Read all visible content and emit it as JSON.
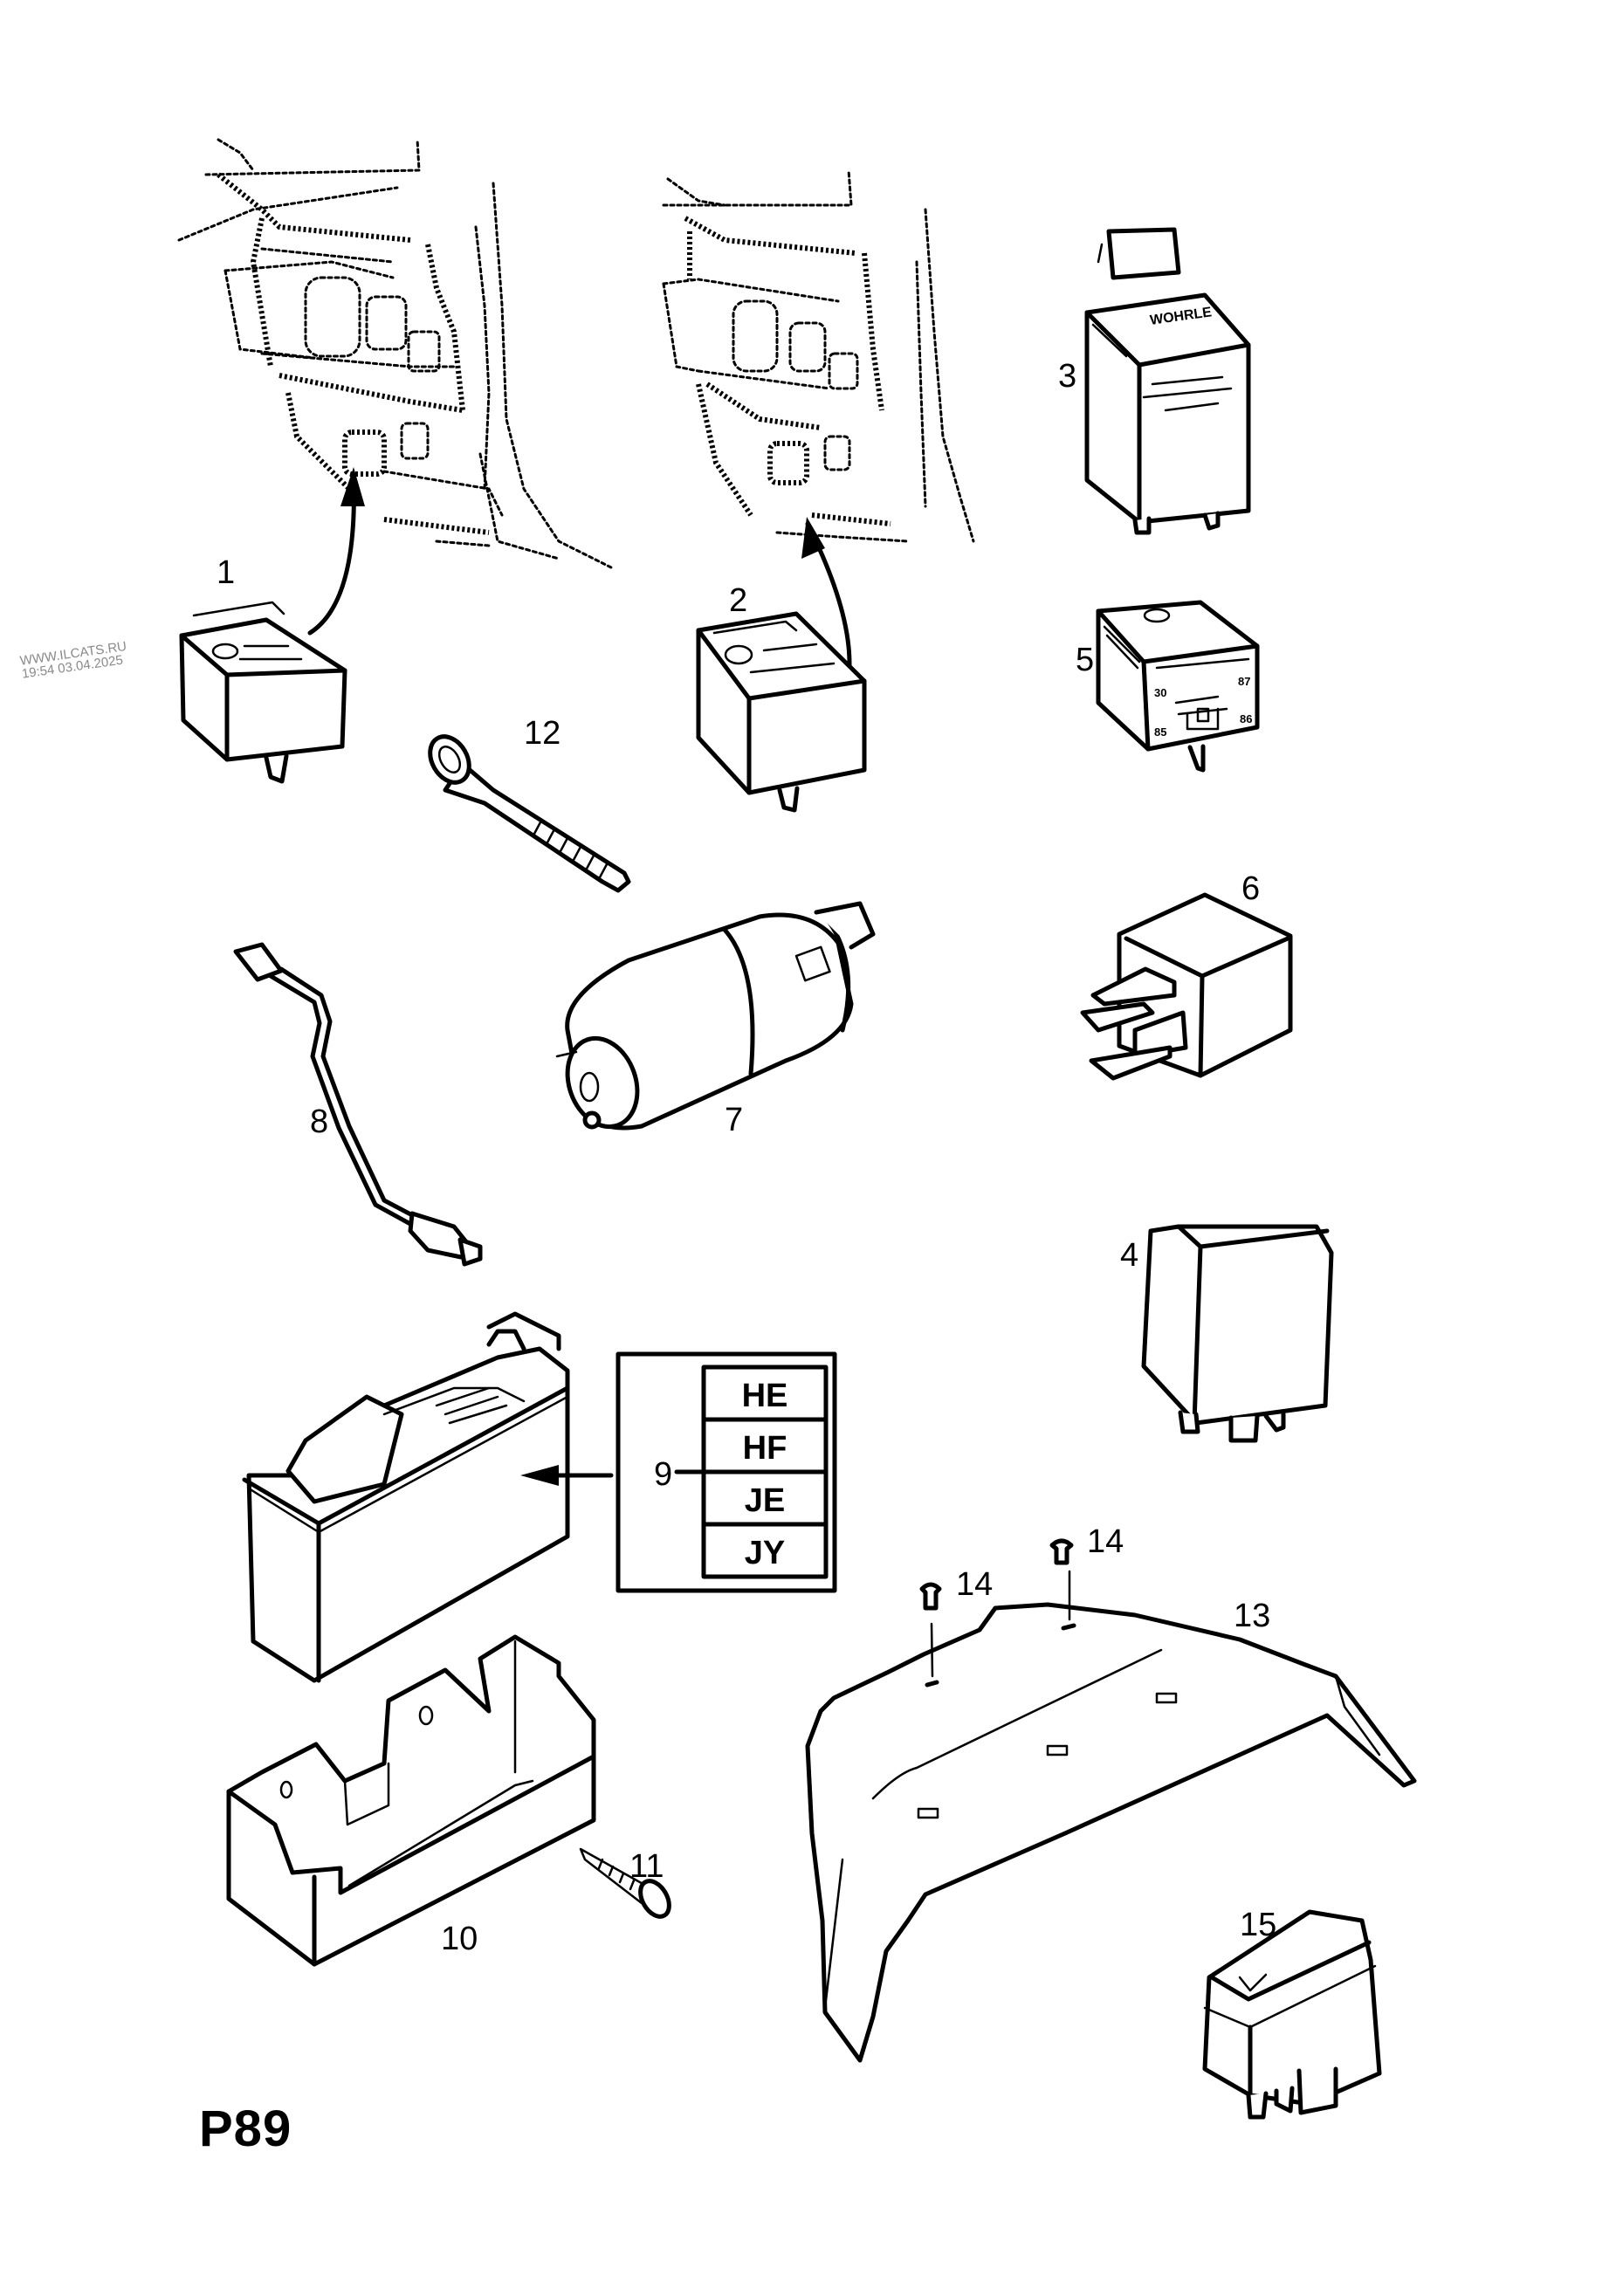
{
  "diagram": {
    "type": "exploded-parts-view",
    "page_code": "P89",
    "watermark": {
      "site": "WWW.ILCATS.RU",
      "timestamp": "19:54 03.04.2025"
    },
    "parts": [
      {
        "callout": "1",
        "name": "Relay (installed at dashboard fuse/relay area)"
      },
      {
        "callout": "2",
        "name": "Relay (installed at dashboard fuse/relay area)"
      },
      {
        "callout": "3",
        "name": "Relay, WOHRLE"
      },
      {
        "callout": "4",
        "name": "Relay"
      },
      {
        "callout": "5",
        "name": "Relay, terminals 30/85/86/87"
      },
      {
        "callout": "6",
        "name": "Relay, 4-pin"
      },
      {
        "callout": "7",
        "name": "Motor / switch unit"
      },
      {
        "callout": "8",
        "name": "Wiring lead"
      },
      {
        "callout": "9",
        "name": "Battery",
        "variants": [
          "HE",
          "HF",
          "JE",
          "JY"
        ]
      },
      {
        "callout": "10",
        "name": "Battery tray"
      },
      {
        "callout": "11",
        "name": "Screw"
      },
      {
        "callout": "12",
        "name": "Bolt"
      },
      {
        "callout": "13",
        "name": "Trim cover"
      },
      {
        "callout": "14",
        "name": "Clip"
      },
      {
        "callout": "14",
        "name": "Clip"
      },
      {
        "callout": "15",
        "name": "Switch"
      }
    ],
    "variant_box": {
      "callout": "9",
      "codes": [
        "HE",
        "HF",
        "JE",
        "JY"
      ]
    }
  }
}
